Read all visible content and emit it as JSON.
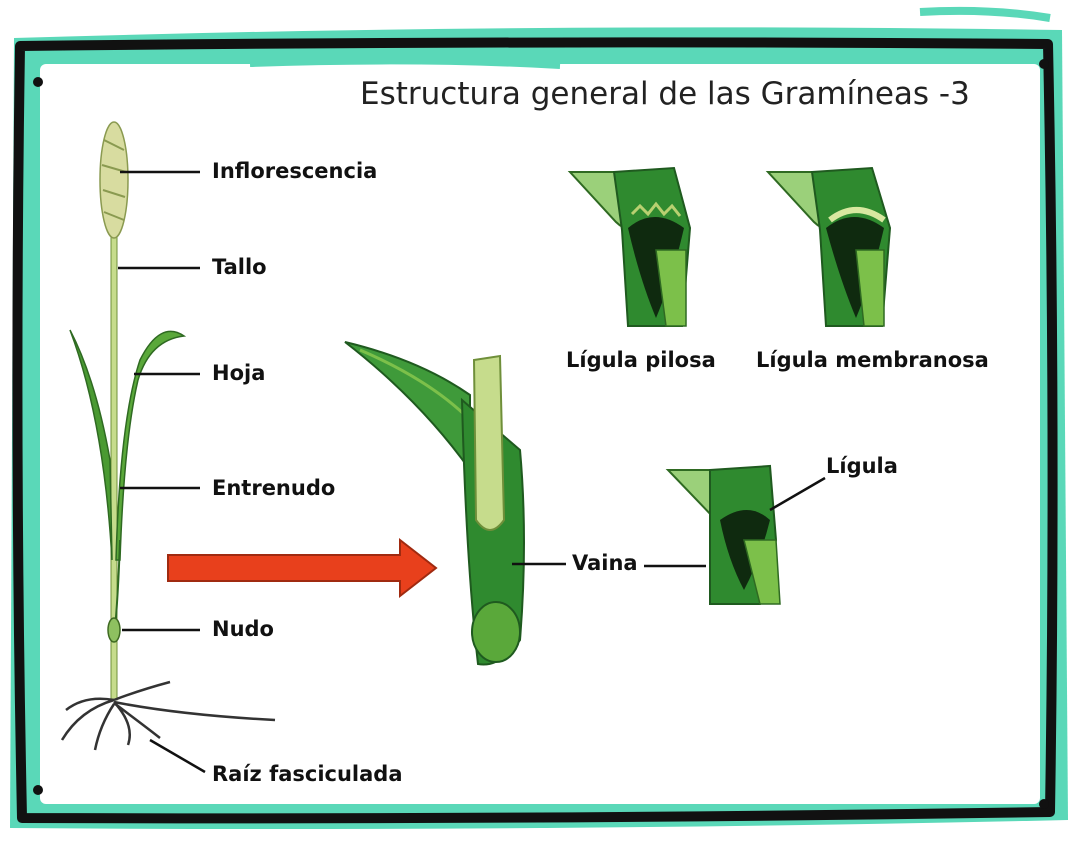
{
  "title": "Estructura general de las Gramíneas -3",
  "labels": {
    "inflorescencia": "Inflorescencia",
    "tallo": "Tallo",
    "hoja": "Hoja",
    "entrenudo": "Entrenudo",
    "nudo": "Nudo",
    "raiz": "Raíz fasciculada",
    "vaina": "Vaina",
    "ligula": "Lígula",
    "ligula_pilosa": "Lígula pilosa",
    "ligula_membranosa": "Lígula membranosa"
  },
  "colors": {
    "frame_teal": "#5ad8b8",
    "frame_black": "#111111",
    "leaf_dark": "#2f8a2f",
    "leaf_light": "#7cc04a",
    "stem_light": "#c6dc8c",
    "arrow_red": "#e8401c"
  }
}
